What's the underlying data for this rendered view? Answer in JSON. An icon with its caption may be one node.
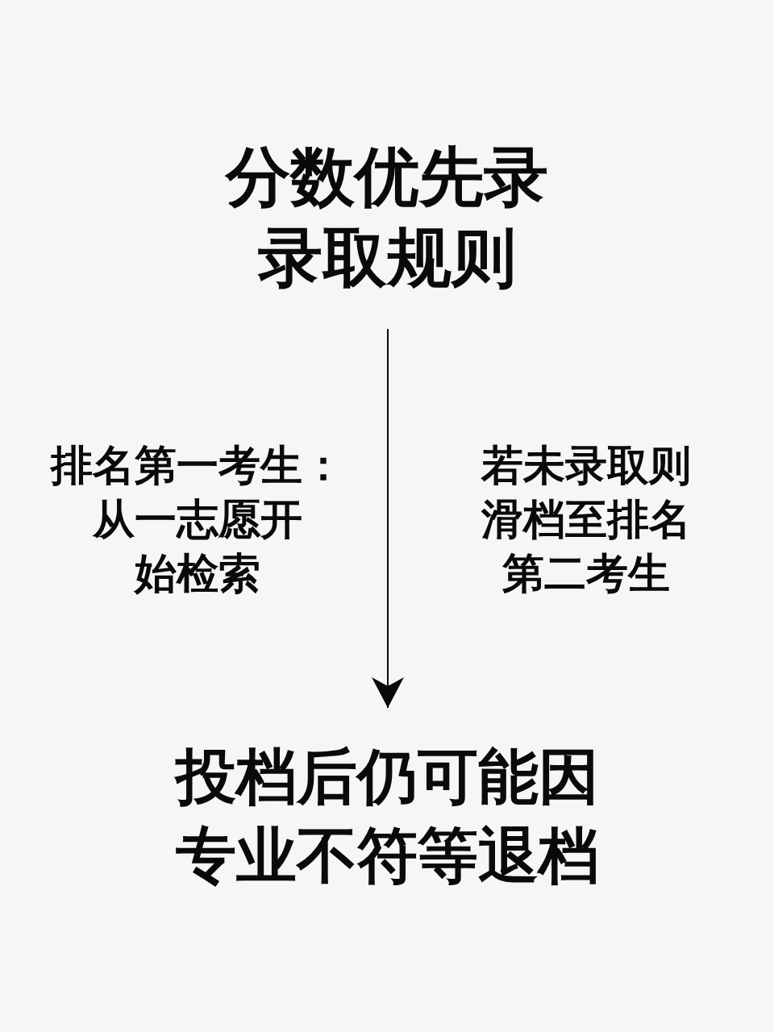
{
  "diagram": {
    "nodes": [
      {
        "text": [
          "分数优先录录取规则"
        ]
      },
      {
        "text": [
          "投档后仍可能因专业不符等退档"
        ]
      }
    ],
    "edges": [
      {
        "from": 0,
        "to": 1,
        "arrow": "to"
      }
    ],
    "labels": [
      "排名第一考生：从一志愿开始检索",
      "若未录取则滑档至排名第二考生"
    ]
  }
}
